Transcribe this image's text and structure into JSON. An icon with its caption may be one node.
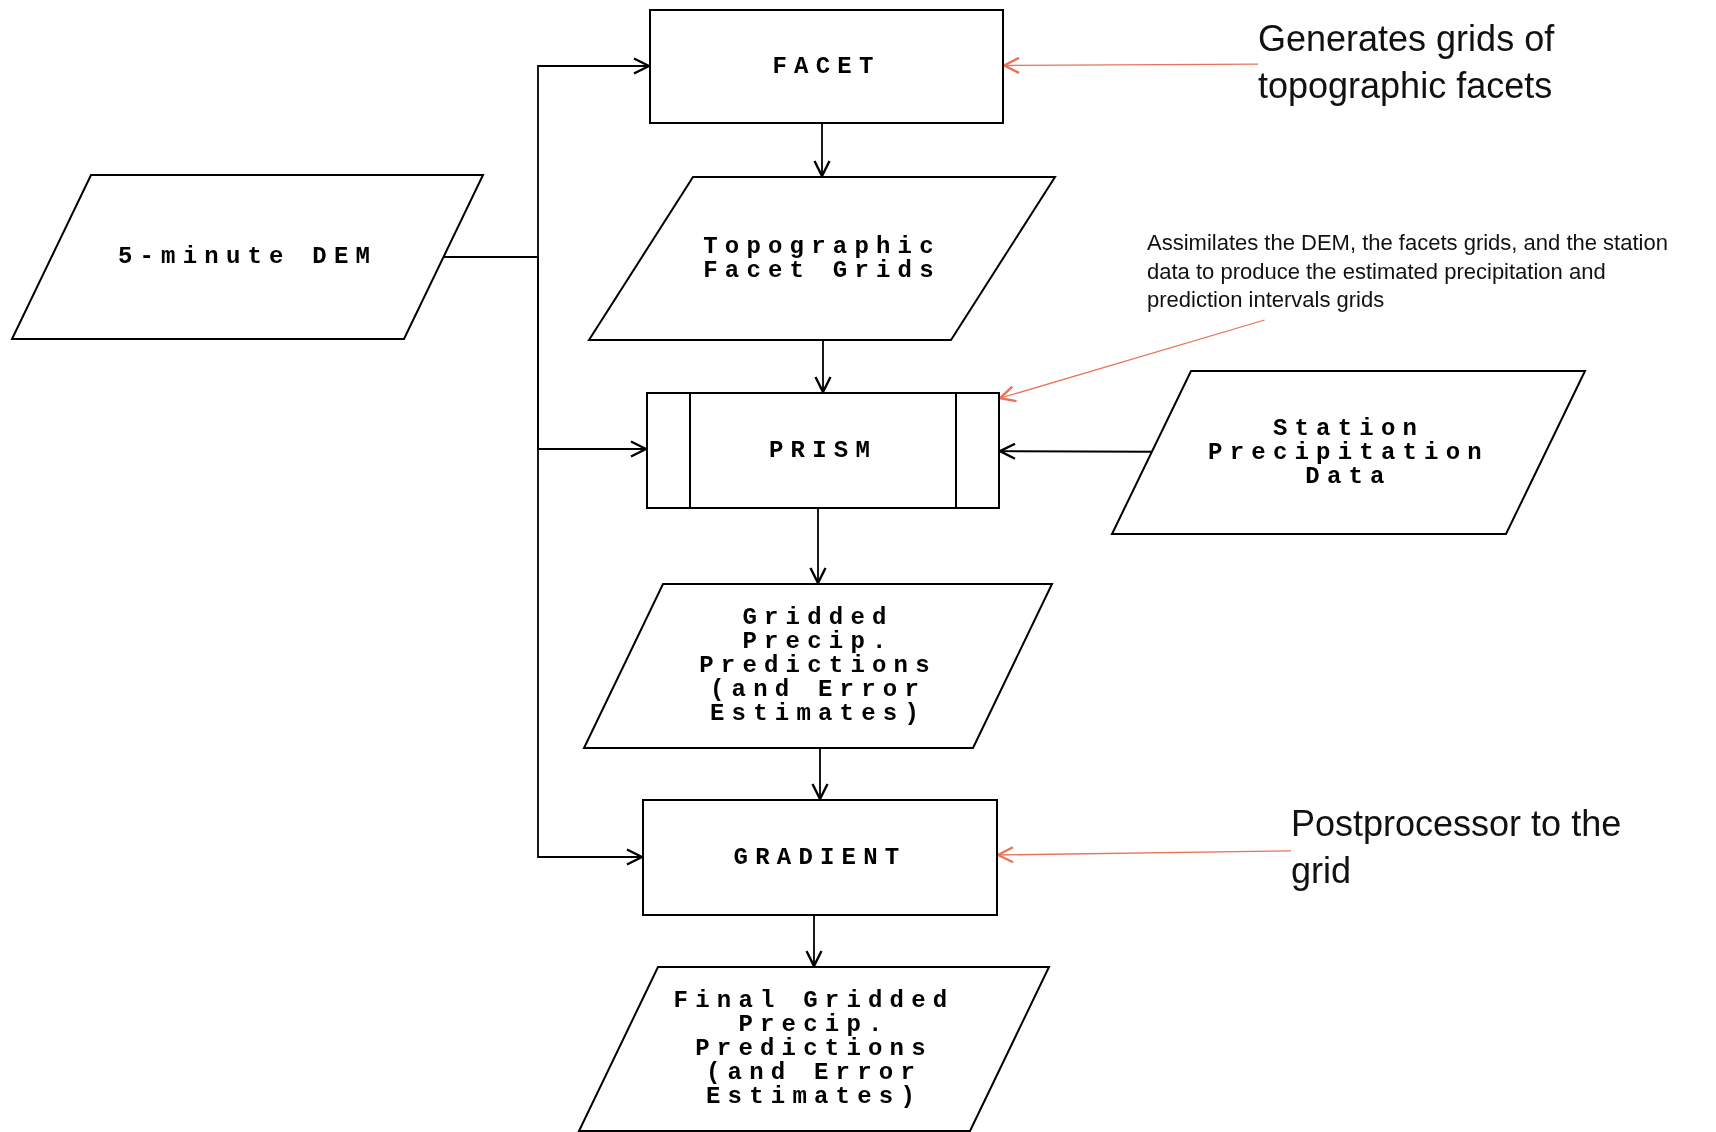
{
  "diagram": {
    "nodes": [
      {
        "text": [
          "FACET"
        ]
      },
      {
        "text": [
          "Topographic Facet Grids"
        ]
      },
      {
        "text": [
          "5-minute DEM"
        ]
      },
      {
        "text": [
          "PRISM"
        ]
      },
      {
        "text": [
          "Station Precipitation Data"
        ]
      },
      {
        "text": [
          "Gridded Precip. Predictions (and Error Estimates)"
        ]
      },
      {
        "text": [
          "GRADIENT"
        ]
      },
      {
        "text": [
          "Final Gridded Precip. Predictions (and Error Estimates)"
        ]
      },
      {
        "text": [
          "Generates grids of topographic facets"
        ]
      },
      {
        "text": [
          "Assimilates the DEM, the facets grids, and the station data to produce the estimated precipitation and  prediction intervals grids"
        ]
      },
      {
        "text": [
          "Postprocessor to the grid"
        ]
      }
    ],
    "edges": [
      {
        "from": 0,
        "to": 1,
        "arrow": "to"
      },
      {
        "from": 1,
        "to": 3,
        "arrow": "to"
      },
      {
        "from": 3,
        "to": 5,
        "arrow": "to"
      },
      {
        "from": 5,
        "to": 6,
        "arrow": "to"
      },
      {
        "from": 6,
        "to": 7,
        "arrow": "to"
      },
      {
        "from": 4,
        "to": 3,
        "arrow": "to"
      },
      {
        "from": 2,
        "to": 0,
        "arrow": "to"
      },
      {
        "from": 2,
        "to": 3,
        "arrow": "to"
      },
      {
        "from": 2,
        "to": 6,
        "arrow": "to"
      },
      {
        "from": 8,
        "to": 0,
        "arrow": "to",
        "color": "#e8735a"
      },
      {
        "from": 9,
        "to": 3,
        "arrow": "to",
        "color": "#e8735a"
      },
      {
        "from": 10,
        "to": 6,
        "arrow": "to",
        "color": "#e8735a"
      }
    ]
  }
}
